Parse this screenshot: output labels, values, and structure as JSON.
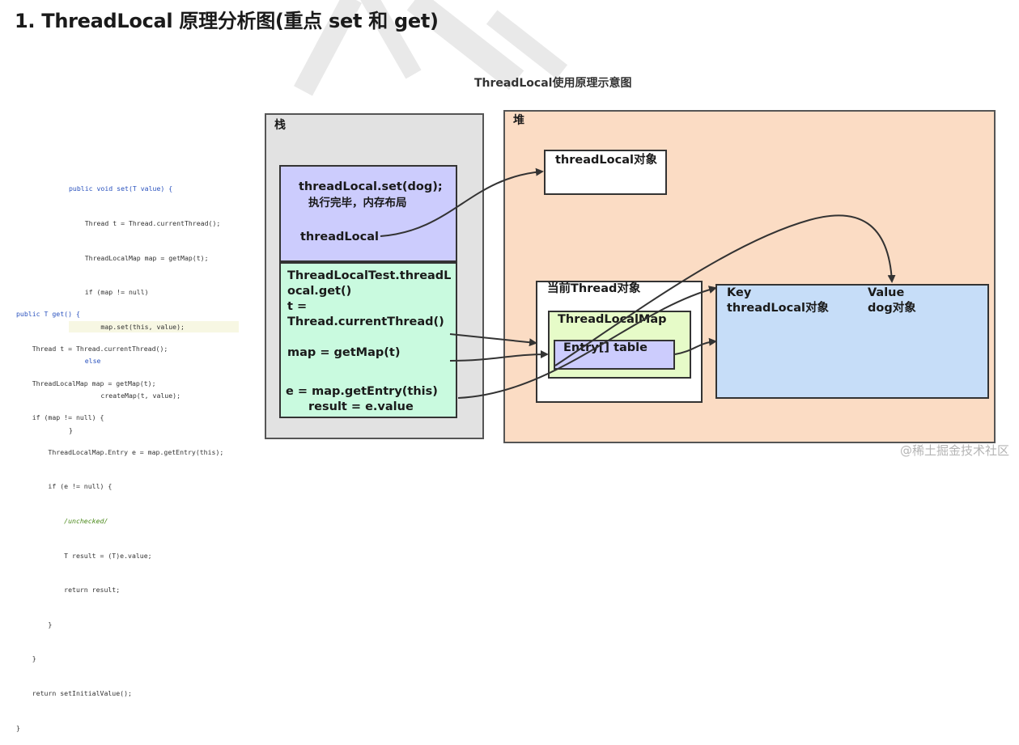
{
  "page_title": "1. ThreadLocal 原理分析图(重点 set  和  get)",
  "diagram_title": "ThreadLocal使用原理示意图",
  "code": {
    "set_method": [
      "public void set(T value) {",
      "    Thread t = Thread.currentThread();",
      "    ThreadLocalMap map = getMap(t);",
      "    if (map != null)",
      "        map.set(this, value);",
      "    else",
      "        createMap(t, value);",
      "}"
    ],
    "get_method": [
      "public T get() {",
      "    Thread t = Thread.currentThread();",
      "    ThreadLocalMap map = getMap(t);",
      "    if (map != null) {",
      "        ThreadLocalMap.Entry e = map.getEntry(this);",
      "        if (e != null) {",
      "            /unchecked/",
      "            T result = (T)e.value;",
      "            return result;",
      "        }",
      "    }",
      "    return setInitialValue();",
      "}"
    ]
  },
  "stack": {
    "label": "栈",
    "set_frame": {
      "line1": "threadLocal.set(dog);",
      "line2": "执行完毕，内存布局",
      "line3": "threadLocal"
    },
    "get_frame": {
      "line1": "ThreadLocalTest.threadL",
      "line2": "ocal.get()",
      "line3": "t =",
      "line4": "Thread.currentThread()",
      "line5": "map = getMap(t)",
      "line6": "e = map.getEntry(this)",
      "line7": "result = e.value"
    }
  },
  "heap": {
    "label": "堆",
    "threadlocal_object": "threadLocal对象",
    "thread_object": "当前Thread对象",
    "threadlocalmap": "ThreadLocalMap",
    "entry_table": "Entry[] table",
    "entry": {
      "key_label": "Key",
      "key_value": "threadLocal对象",
      "value_label": "Value",
      "value_value": "dog对象"
    }
  },
  "credit": "@稀土掘金技术社区",
  "colors": {
    "stack_bg": "#e2e2e2",
    "heap_bg": "#fbdcc4",
    "set_frame_bg": "#ccccfd",
    "get_frame_bg": "#c9fadf",
    "threadlocalmap_bg": "#e6fbc8",
    "entry_bg": "#c6ddf8"
  }
}
